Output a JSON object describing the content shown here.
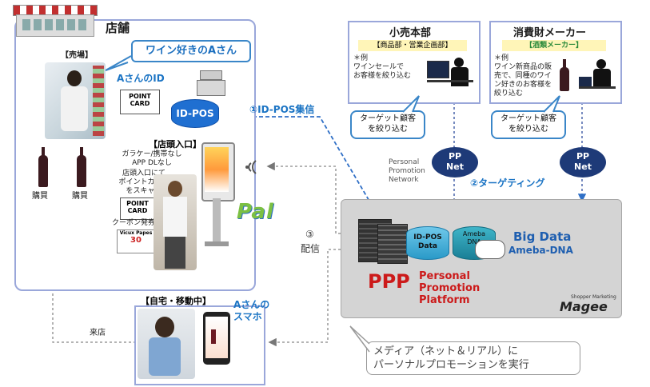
{
  "store": {
    "title": "店舗",
    "callout": "ワイン好きのAさん",
    "sales_floor": "【売場】",
    "a_id": "AさんのID",
    "point_card": "POINT\nCARD",
    "id_pos": "ID-POS",
    "purchase1": "購買",
    "purchase2": "購買",
    "entrance": "【店頭入口】",
    "entrance_note": "ガラケー/携帯なし\nAPP DLなし",
    "scan_note": "店頭入口にて\nポイントカード\nをスキャン",
    "coupon": "クーポン発券",
    "coupon_title": "Vicux Papes",
    "coupon_value": "30",
    "pal_logo": "Pal"
  },
  "home": {
    "title": "【自宅・移動中】",
    "phone_label": "Aさんの\nスマホ",
    "visit": "来店"
  },
  "retail_hq": {
    "title": "小売本部",
    "dept": "【商品部・営業企画部】",
    "example": "＊例\nワインセールで\nお客様を絞り込む",
    "bubble": "ターゲット顧客\nを絞り込む"
  },
  "maker": {
    "title": "消費財メーカー",
    "dept": "【酒類メーカー】",
    "example": "＊例\nワイン新商品の販\n売で、同種のワイ\nン好きのお客様を\n絞り込む",
    "bubble": "ターゲット顧客\nを絞り込む"
  },
  "flows": {
    "id_pos_collect": "①ID-POS集信",
    "targeting": "②ターゲティング",
    "delivery_num": "③",
    "delivery": "配信",
    "ppnet_desc": "Personal\nPromotion\nNetwork"
  },
  "cloud1": "PP\nNet",
  "cloud2": "PP\nNet",
  "ppp": {
    "id_pos_data": "ID-POS\nData",
    "ameba": "Ameba\nDNA",
    "big_data": "Big Data",
    "ameba_dna": "Ameba-DNA",
    "ppp": "PPP",
    "ppp_full": "Personal\nPromotion\nPlatform",
    "magee_small": "Shopper Marketing",
    "magee": "Magee"
  },
  "note": "メディア（ネット＆リアル）に\nパーソナルプロモーションを実行",
  "colors": {
    "accent": "#1b74c4",
    "border": "#9aa7da",
    "ppp_red": "#cc1a1a",
    "cloud": "#1e3a78"
  }
}
